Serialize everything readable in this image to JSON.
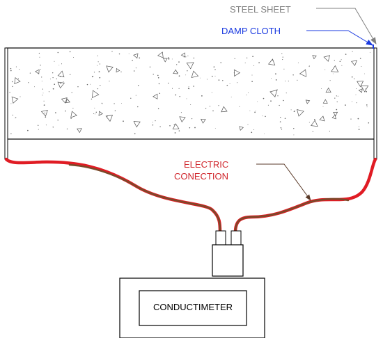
{
  "labels": {
    "steel_sheet": "STEEL SHEET",
    "damp_cloth": "DAMP CLOTH",
    "electric_connection_line1": "ELECTRIC",
    "electric_connection_line2": "CONECTION",
    "conductimeter": "CONDUCTIMETER"
  },
  "colors": {
    "steel_sheet_label": "#808080",
    "damp_cloth_label": "#1a3ae0",
    "electric_label": "#d0262c",
    "wire_outer": "#e01c24",
    "wire_inner": "#7a4a2a",
    "outline": "#000000",
    "speckle": "#555555"
  }
}
